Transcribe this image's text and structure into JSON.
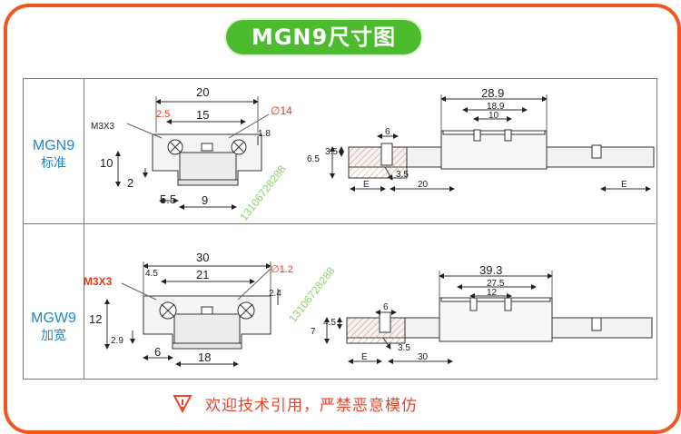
{
  "header": {
    "title": "MGN9尺寸图"
  },
  "rows": [
    {
      "model": "MGN9",
      "model_sub": "标准",
      "front_dims": {
        "overall_width": "20",
        "hole_spacing": "15",
        "thread": "M3X3",
        "small_a": "2.5",
        "diameter": "∅14",
        "height_r": "1.8",
        "height": "10",
        "base": "2",
        "rail_offset": "5.5",
        "rail_width": "9"
      },
      "side_dims": {
        "block_length": "28.9",
        "inner_length": "18.9",
        "hole_pitch": "10",
        "top_small": "6",
        "left_a": "3.5",
        "left_b": "6.5",
        "bottom_a": "3.5",
        "e_left": "E",
        "pitch": "20",
        "e_right": "E"
      },
      "watermark": "13106728288"
    },
    {
      "model": "MGW9",
      "model_sub": "加宽",
      "front_dims": {
        "overall_width": "30",
        "hole_spacing": "21",
        "thread": "M3X3",
        "small_a": "4.5",
        "diameter": "∅1.2",
        "height_r": "2.4",
        "height": "12",
        "base": "2.9",
        "rail_offset": "6",
        "rail_width": "18"
      },
      "side_dims": {
        "block_length": "39.3",
        "inner_length": "27.5",
        "hole_pitch": "12",
        "top_small": "6",
        "left_a": "4.5",
        "left_b": "7",
        "bottom_a": "3.5",
        "e_left": "E",
        "pitch": "30"
      },
      "watermark": "13106728288"
    }
  ],
  "footer": {
    "notice": "欢迎技术引用，严禁恶意模仿",
    "icon": "warning-triangle-icon"
  },
  "colors": {
    "frame": "#f0561e",
    "title_bg": "#4cbc2e",
    "model_text": "#1f86c8",
    "footer_text": "#e8442a",
    "dimension_red": "#e23a1a"
  }
}
